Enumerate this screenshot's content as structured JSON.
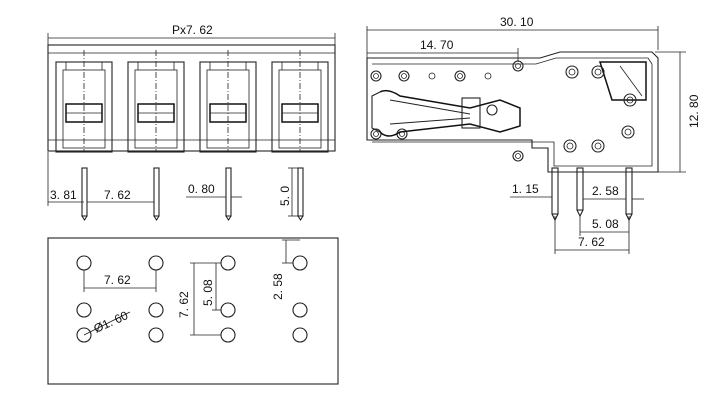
{
  "front_view": {
    "pitch_label": "Px7. 62",
    "dims": {
      "edge_offset": "3. 81",
      "pitch": "7. 62",
      "pin_width": "0. 80",
      "pin_length": "5. 0"
    }
  },
  "side_view": {
    "dims": {
      "overall_width": "30. 10",
      "partial_width": "14. 70",
      "height": "12. 80",
      "pin_offset": "1. 15",
      "row_spacing_1": "2. 58",
      "row_spacing_2": "5. 08",
      "row_spacing_3": "7. 62"
    }
  },
  "pcb_layout": {
    "dims": {
      "pitch_h": "7. 62",
      "row_5_08": "5. 08",
      "row_7_62": "7. 62",
      "row_2_58": "2. 58",
      "hole_diameter": "Ø1. 60"
    }
  }
}
